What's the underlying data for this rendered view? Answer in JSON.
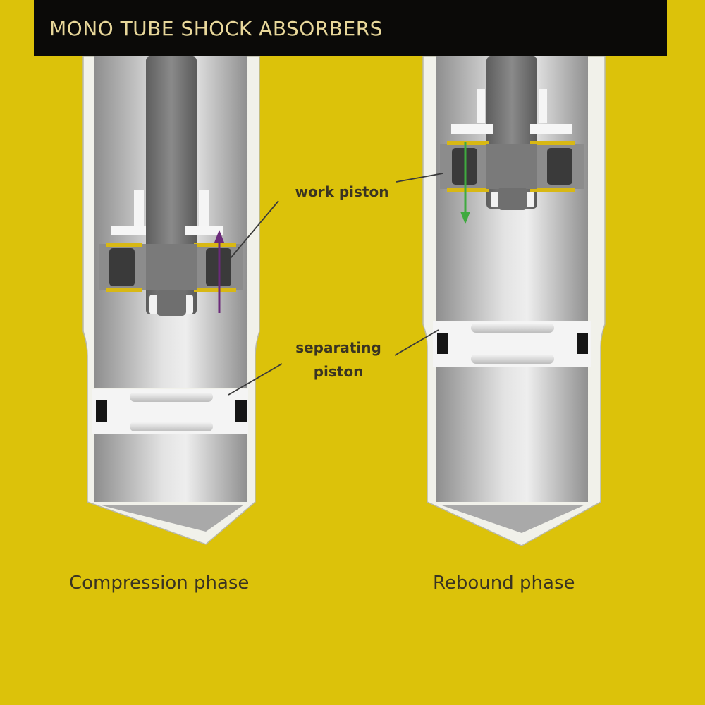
{
  "title": "MONO TUBE SHOCK ABSORBERS",
  "labels": {
    "work_piston": "work piston",
    "separating_piston_line1": "separating",
    "separating_piston_line2": "piston"
  },
  "phases": {
    "left": "Compression phase",
    "right": "Rebound phase"
  },
  "colors": {
    "background": "#dcc20a",
    "title_bar": "#0b0a08",
    "title_text": "#e8d79a",
    "compression_arrow": "#6b2a7a",
    "rebound_arrow": "#3faa3f"
  },
  "icons": {
    "compression": "arrow-up-icon",
    "rebound": "arrow-down-icon"
  }
}
